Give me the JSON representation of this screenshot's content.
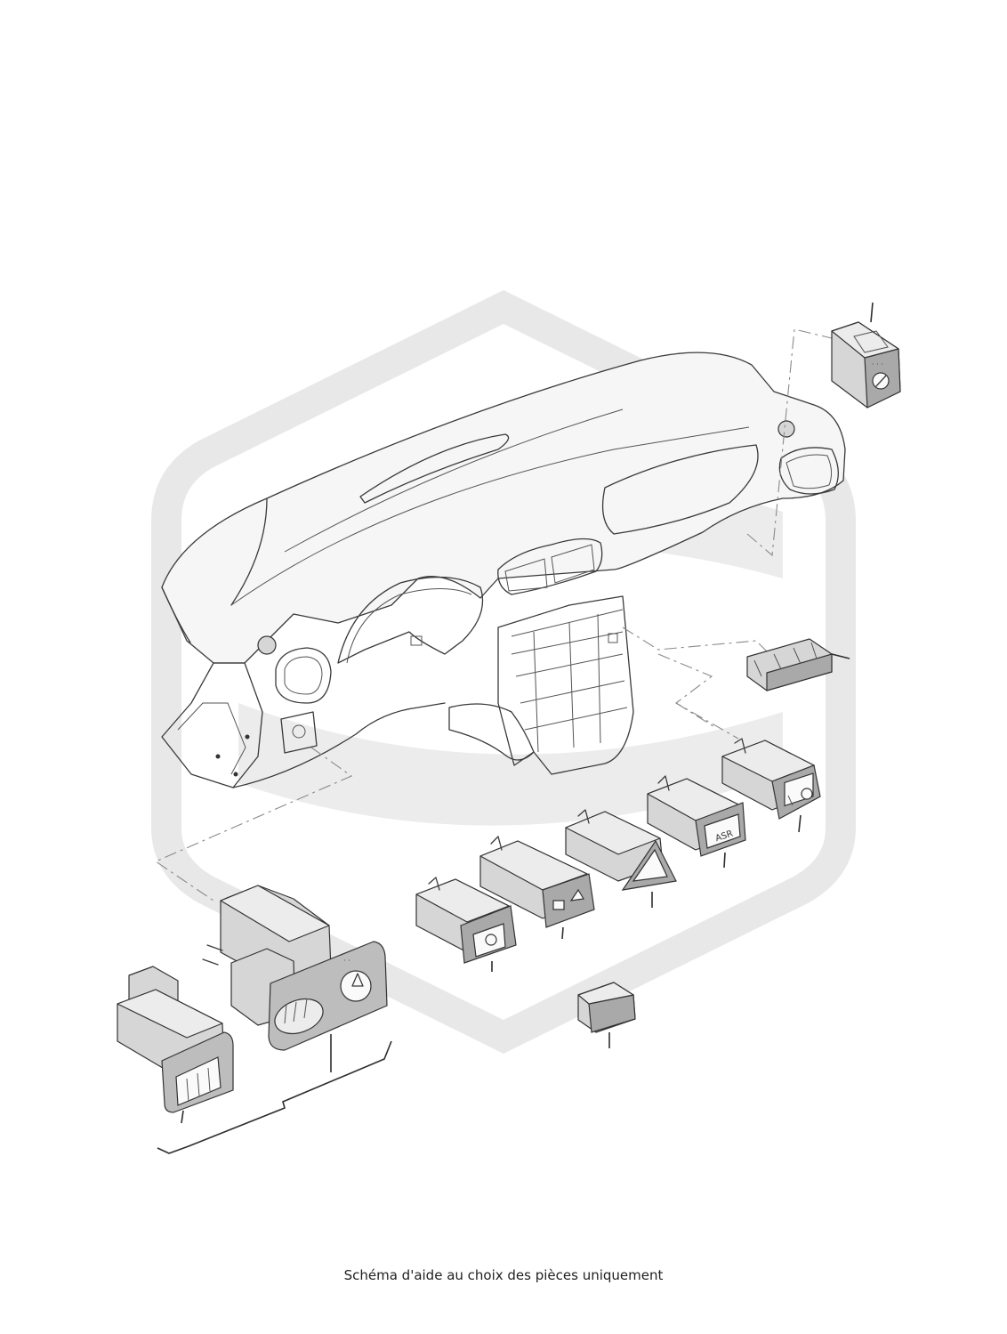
{
  "caption": "Schéma d'aide au choix des pièces uniquement",
  "switch_labels": {
    "asr": "ASR"
  },
  "watermark": {
    "type": "brand-logo",
    "color": "#d9d9d9"
  },
  "colors": {
    "background": "#ffffff",
    "line_art": "#333333",
    "watermark": "#d9d9d9"
  }
}
